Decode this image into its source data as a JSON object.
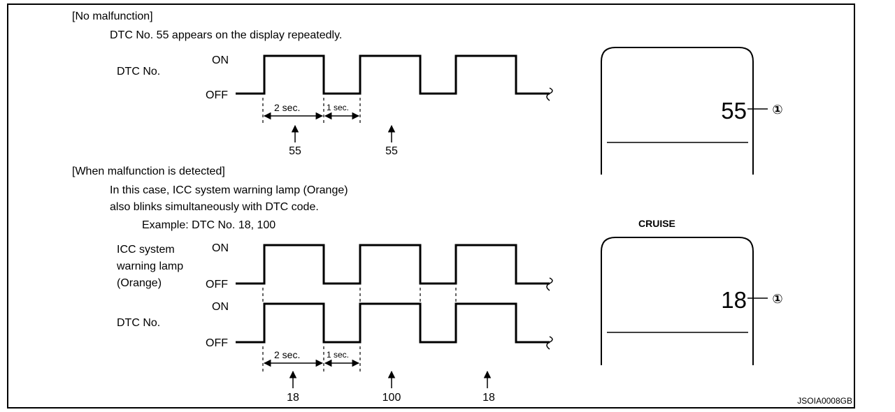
{
  "no_malfunction": {
    "heading": "[No malfunction]",
    "description": "DTC No. 55 appears on the display repeatedly.",
    "signal_label": "DTC No.",
    "on_label": "ON",
    "off_label": "OFF",
    "interval_long": "2 sec.",
    "interval_short": "1 sec.",
    "codes": [
      "55",
      "55"
    ],
    "display_value": "55"
  },
  "malfunction": {
    "heading": "[When malfunction is detected]",
    "description_line1": "In this case, ICC system warning lamp (Orange)",
    "description_line2": "also blinks simultaneously with DTC code.",
    "example": "Example: DTC No. 18, 100",
    "lamp_label_line1": "ICC system",
    "lamp_label_line2": "warning lamp",
    "lamp_label_line3": "(Orange)",
    "signal_label": "DTC No.",
    "on_label": "ON",
    "off_label": "OFF",
    "interval_long": "2 sec.",
    "interval_short": "1 sec.",
    "codes": [
      "18",
      "100",
      "18"
    ],
    "display_title": "CRUISE",
    "display_value": "18"
  },
  "callout_symbol": "①",
  "figure_id": "JSOIA0008GB"
}
